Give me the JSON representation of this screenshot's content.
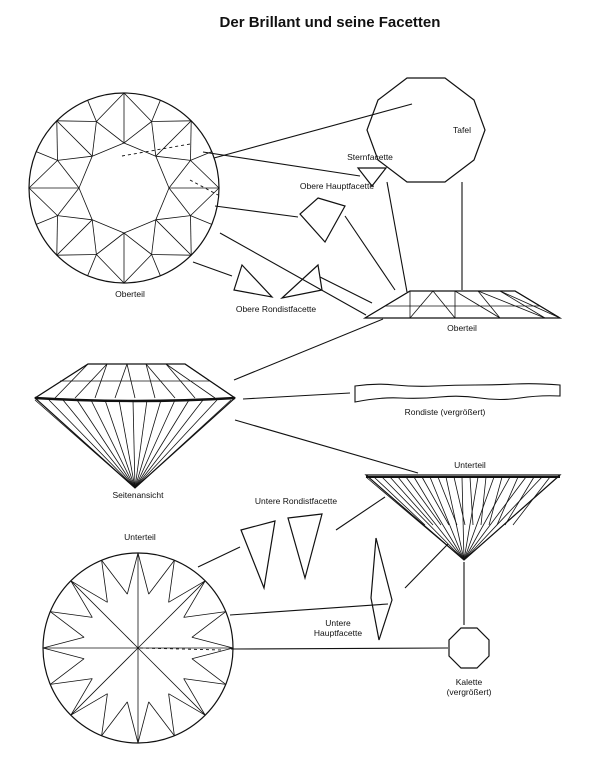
{
  "title": "Der Brillant und seine Facetten",
  "labels": {
    "tafel": "Tafel",
    "sternfacette": "Sternfacette",
    "obere_hauptfacette": "Obere Hauptfacette",
    "oberteil_top": "Oberteil",
    "obere_rondistfacette": "Obere Rondistfacette",
    "oberteil_side": "Oberteil",
    "rondiste": "Rondiste (vergrößert)",
    "seitenansicht": "Seitenansicht",
    "unterteil_side": "Unterteil",
    "untere_rondistfacette": "Untere Rondistfacette",
    "unterteil_bottom": "Unterteil",
    "untere_hauptfacette_1": "Untere",
    "untere_hauptfacette_2": "Hauptfacette",
    "kalette_1": "Kalette",
    "kalette_2": "(vergrößert)"
  }
}
